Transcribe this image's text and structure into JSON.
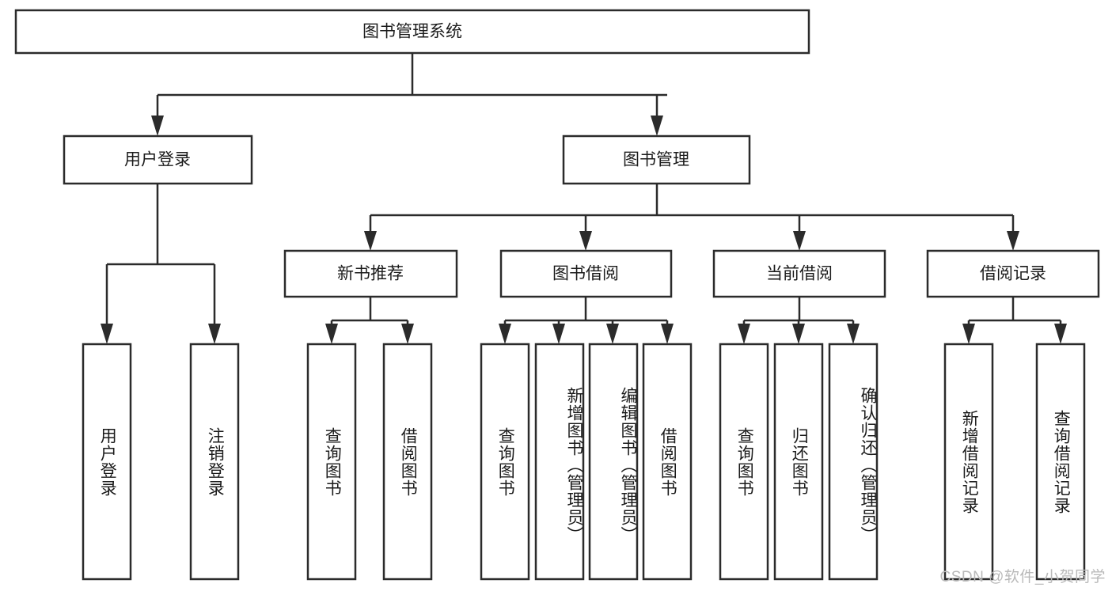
{
  "diagram": {
    "title": "图书管理系统",
    "watermark": "CSDN @软件_小贺同学",
    "type": "hierarchy-tree",
    "colors": {
      "stroke": "#2b2b2b",
      "fill": "#ffffff",
      "text": "#1b1b1b",
      "watermark": "#b9b9b9"
    },
    "root": {
      "label": "图书管理系统"
    },
    "level2": [
      {
        "label": "用户登录"
      },
      {
        "label": "图书管理"
      }
    ],
    "level3": [
      {
        "label": "新书推荐"
      },
      {
        "label": "图书借阅"
      },
      {
        "label": "当前借阅"
      },
      {
        "label": "借阅记录"
      }
    ],
    "leaves": {
      "user_login": [
        {
          "label": "用户登录"
        },
        {
          "label": "注销登录"
        }
      ],
      "new_book_recommend": [
        {
          "label": "查询图书"
        },
        {
          "label": "借阅图书"
        }
      ],
      "book_borrow": [
        {
          "label": "查询图书"
        },
        {
          "label": "新增图书（管理员）"
        },
        {
          "label": "编辑图书（管理员）"
        },
        {
          "label": "借阅图书"
        }
      ],
      "current_borrow": [
        {
          "label": "查询图书"
        },
        {
          "label": "归还图书"
        },
        {
          "label": "确认归还（管理员）"
        }
      ],
      "borrow_record": [
        {
          "label": "新增借阅记录"
        },
        {
          "label": "查询借阅记录"
        }
      ]
    }
  }
}
